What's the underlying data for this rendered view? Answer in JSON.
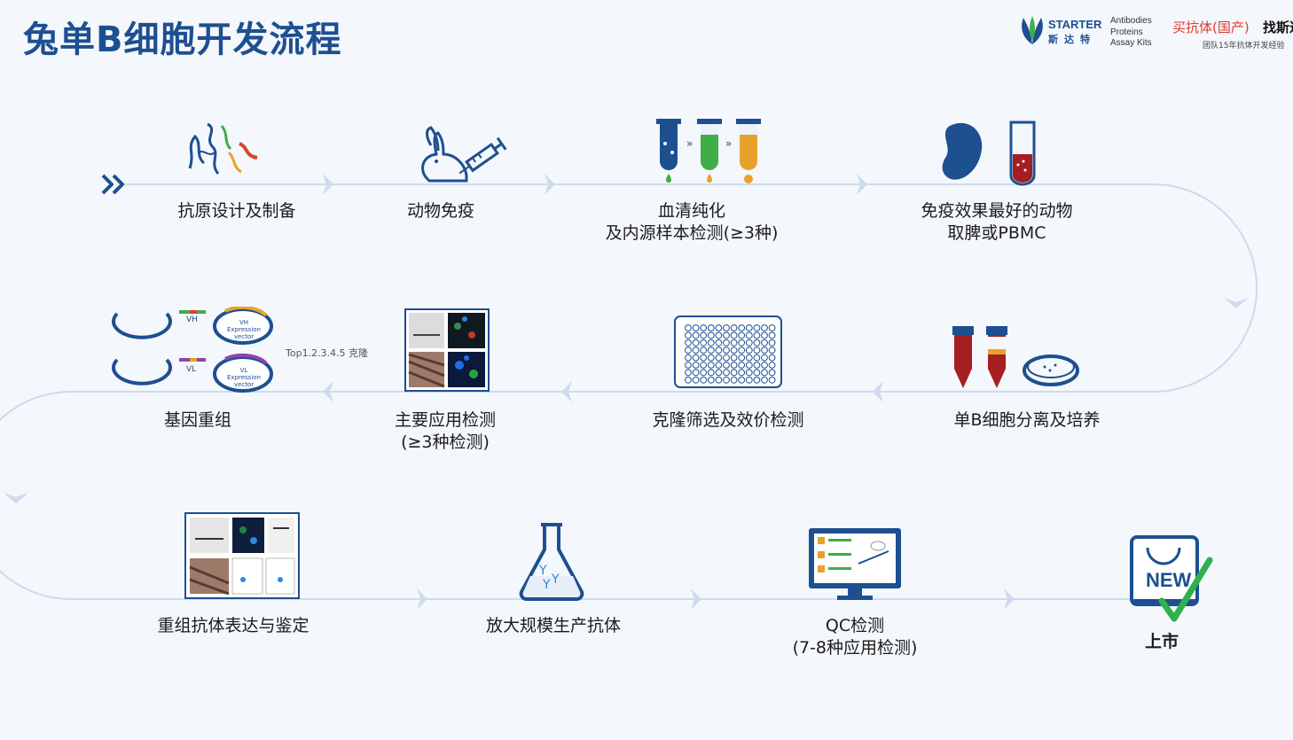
{
  "header": {
    "title": "兔单B细胞开发流程"
  },
  "brand": {
    "name": "STARTER",
    "name_cn": "斯达特",
    "tags": [
      "Antibodies",
      "Proteins",
      "Assay Kits"
    ],
    "buy_text": "买抗体(国产)",
    "find_text": "找斯达",
    "team_text": "团队15年抗体开发经验"
  },
  "colors": {
    "title": "#1d4f91",
    "flow_line": "#cddbee",
    "accent_red": "#e23b2e",
    "check_green": "#2fb14c"
  },
  "steps": [
    {
      "label": "抗原设计及制备",
      "icon": "protein-icon"
    },
    {
      "label": "动物免疫",
      "icon": "rabbit-syringe-icon"
    },
    {
      "label": "血清纯化",
      "label2": "及内源样本检测(≥3种)",
      "icon": "test-tubes-icon"
    },
    {
      "label": "免疫效果最好的动物",
      "label2": "取脾或PBMC",
      "icon": "spleen-tube-icon"
    },
    {
      "label": "单B细胞分离及培养",
      "icon": "blood-tubes-dish-icon"
    },
    {
      "label": "克隆筛选及效价检测",
      "icon": "well-plate-icon"
    },
    {
      "label": "主要应用检测",
      "label2": "(≥3种检测)",
      "icon": "assay-images-icon"
    },
    {
      "label": "基因重组",
      "icon": "plasmid-icon"
    },
    {
      "label": "重组抗体表达与鉴定",
      "icon": "expression-images-icon"
    },
    {
      "label": "放大规模生产抗体",
      "icon": "flask-icon"
    },
    {
      "label": "QC检测",
      "label2": "(7-8种应用检测)",
      "icon": "monitor-icon"
    },
    {
      "label": "上市",
      "icon": "new-bag-icon"
    }
  ],
  "plasmid": {
    "vh": "VH",
    "vl": "VL",
    "vh_vector": "VH Expression vector",
    "vl_vector": "VL Expression vector",
    "top_clones": "Top1.2.3.4.5 克隆"
  },
  "badge": {
    "new": "NEW"
  }
}
